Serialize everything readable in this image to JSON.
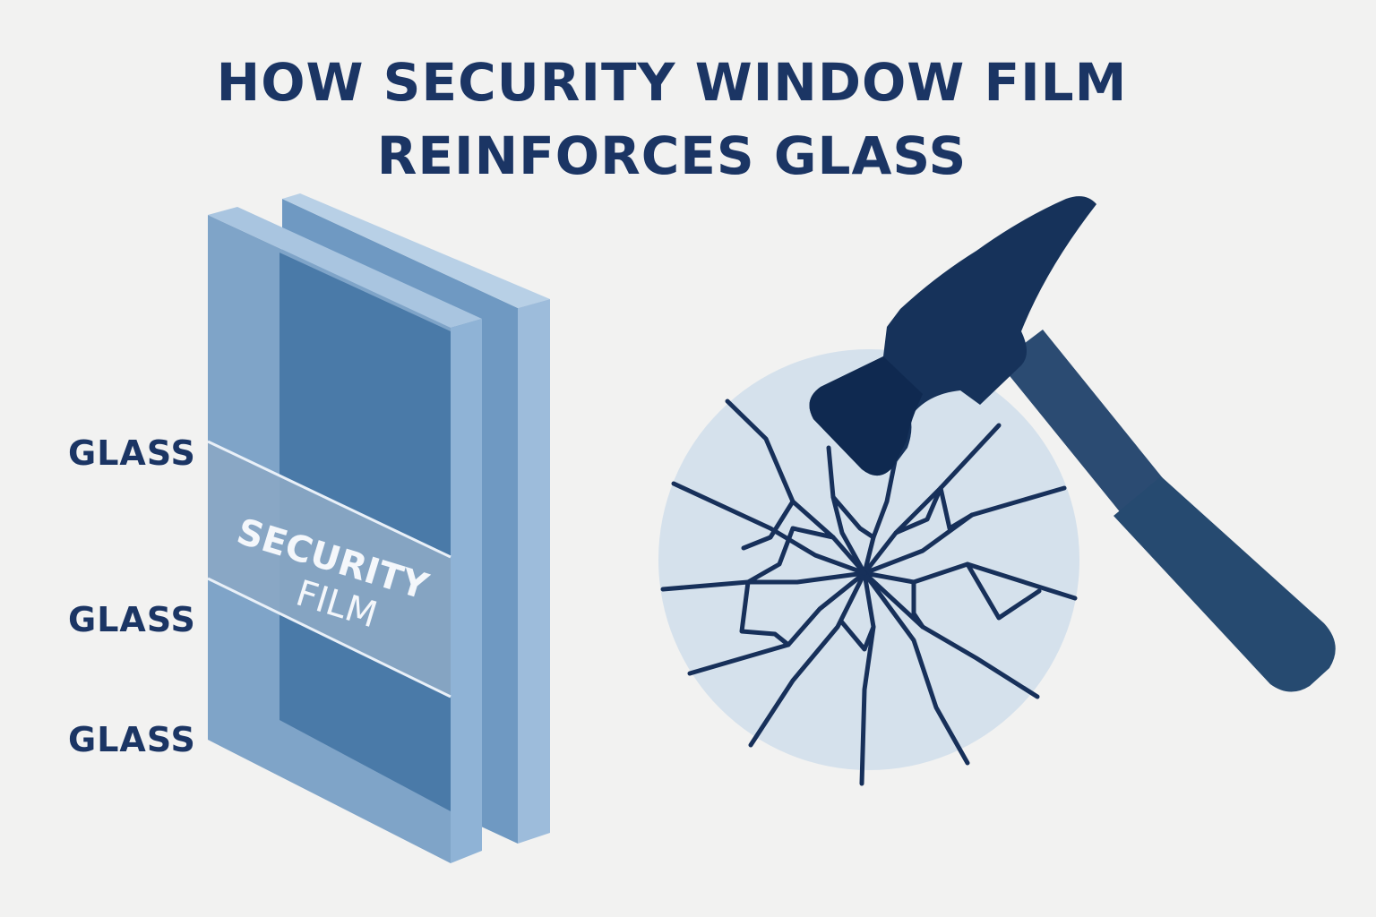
{
  "title": {
    "line1": "HOW SECURITY WINDOW FILM",
    "line2": "REINFORCES GLASS"
  },
  "layer_labels": [
    "GLASS",
    "GLASS",
    "GLASS"
  ],
  "film_label": {
    "line1": "SECURITY",
    "line2": "FILM"
  },
  "icons": {
    "hammer": "hammer-icon",
    "shattered_glass": "shattered-glass-icon"
  },
  "colors": {
    "title": "#1b3564",
    "glass_front": "#7fa4c8",
    "glass_inner": "#4a7aa8",
    "glass_edge": "#a9c5e0",
    "film_band": "#8aa7c4",
    "hammer": "#16325a",
    "crack_disc": "#d5e1ec",
    "crack_lines": "#17305a"
  }
}
